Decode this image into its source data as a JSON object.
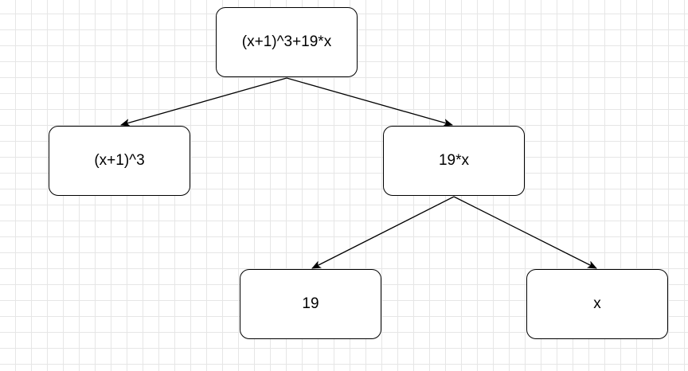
{
  "diagram": {
    "nodes": [
      {
        "id": "root",
        "label": "(x+1)^3+19*x"
      },
      {
        "id": "left",
        "label": "(x+1)^3"
      },
      {
        "id": "right",
        "label": "19*x"
      },
      {
        "id": "n19",
        "label": "19"
      },
      {
        "id": "nx",
        "label": "x"
      }
    ],
    "edges": [
      {
        "from": "root",
        "to": "left"
      },
      {
        "from": "root",
        "to": "right"
      },
      {
        "from": "right",
        "to": "n19"
      },
      {
        "from": "right",
        "to": "nx"
      }
    ],
    "colors": {
      "stroke": "#000000",
      "fill": "#ffffff",
      "grid": "#e6e6e6"
    }
  }
}
